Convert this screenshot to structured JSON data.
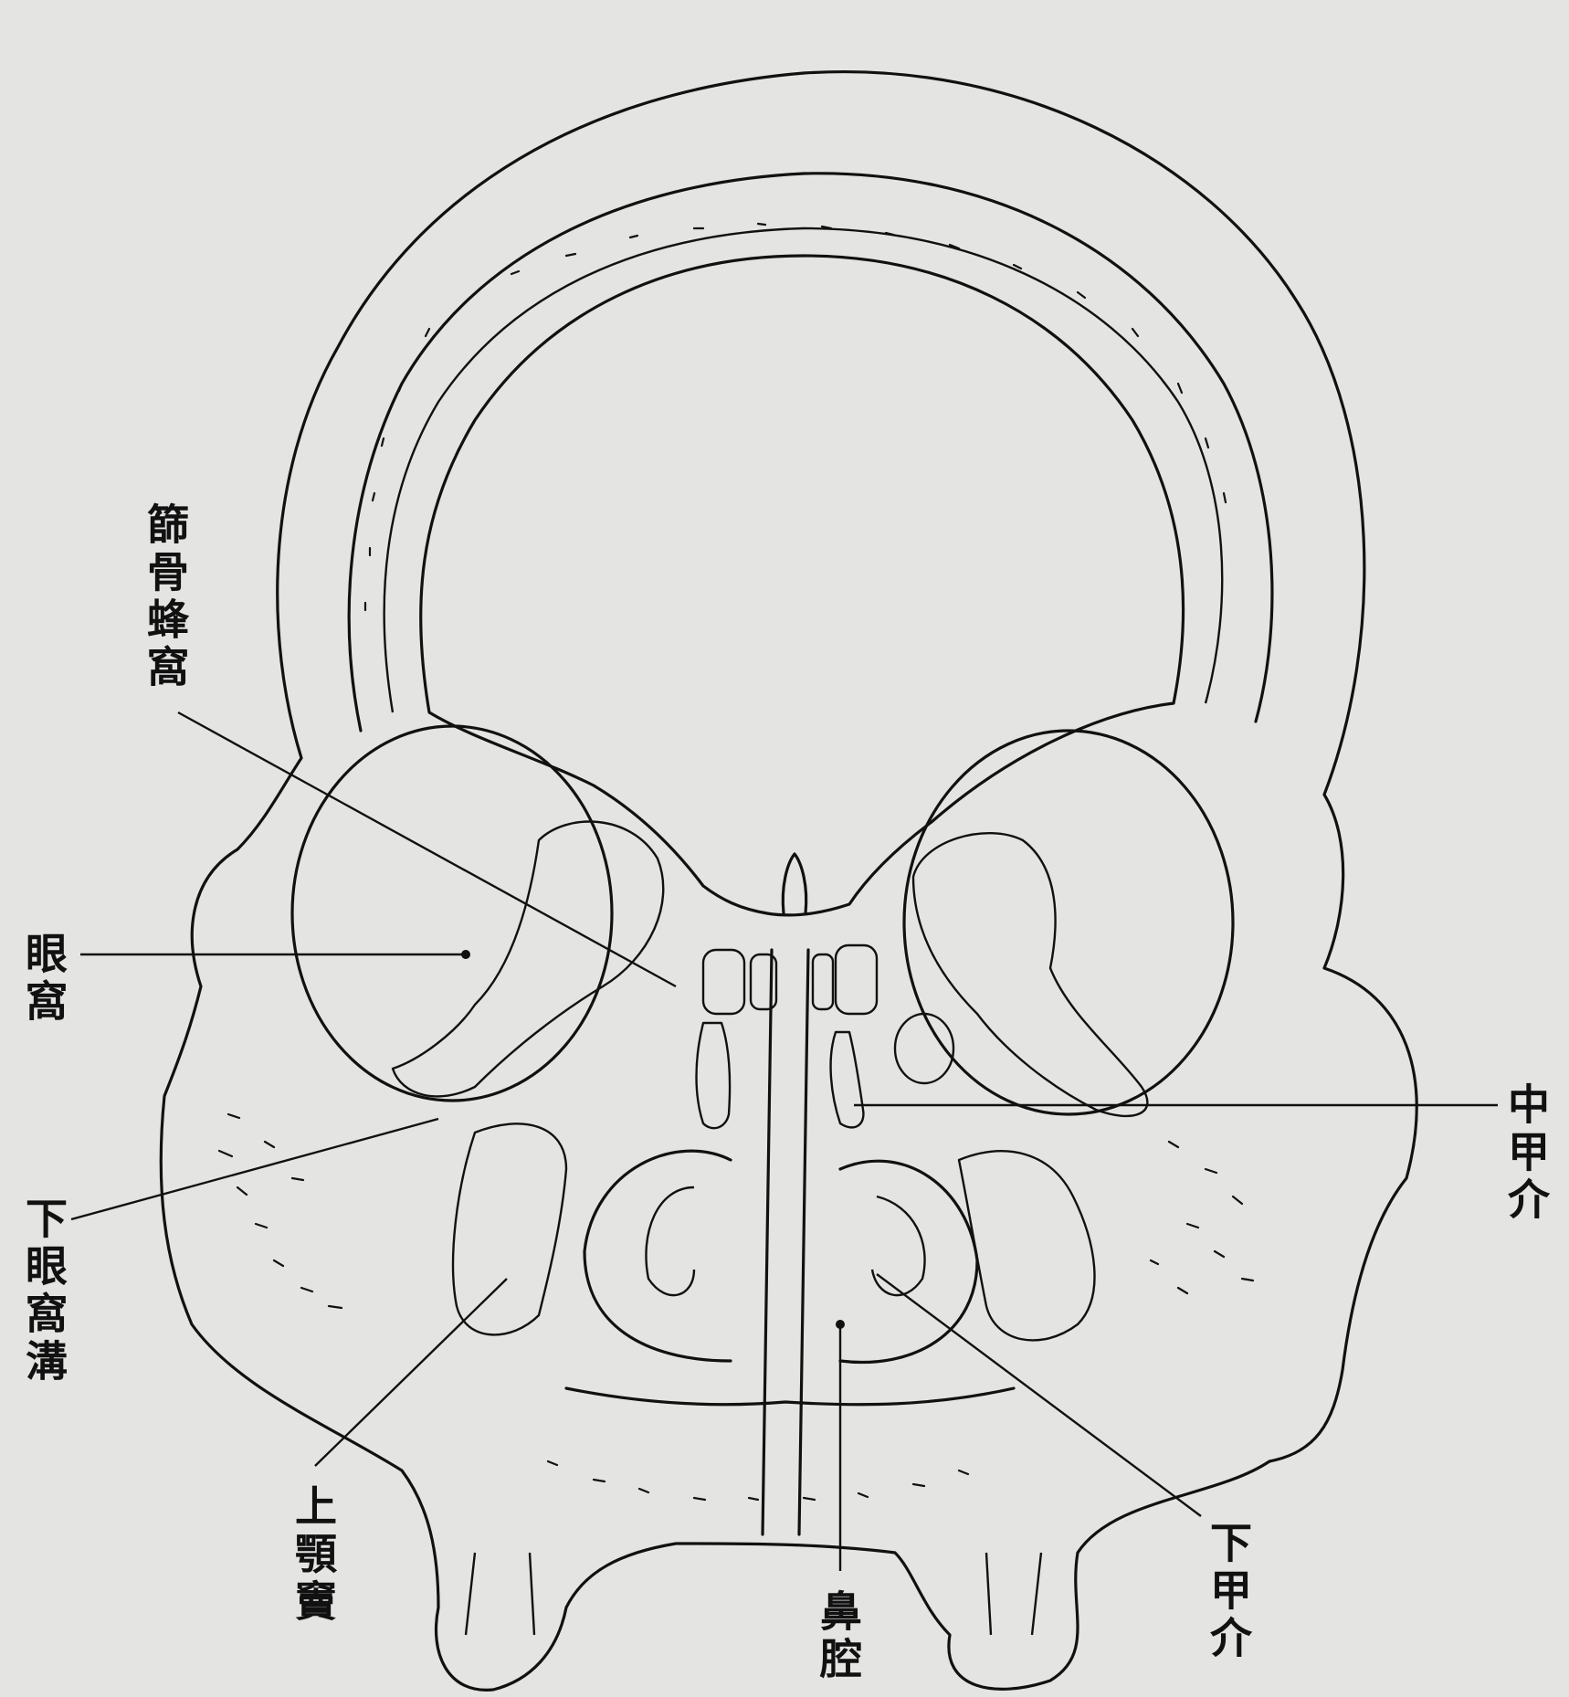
{
  "figure": {
    "labels": {
      "ethmoid_cells": "篩骨蜂窩",
      "orbit": "眼窩",
      "inferior_orbital_fissure": "下眼窩溝",
      "maxillary_sinus": "上顎竇",
      "nasal_cavity": "鼻腔",
      "inferior_turbinate": "下甲介",
      "middle_turbinate": "中甲介"
    },
    "colors": {
      "paper": "#e4e4e2",
      "ink": "#111111"
    }
  }
}
